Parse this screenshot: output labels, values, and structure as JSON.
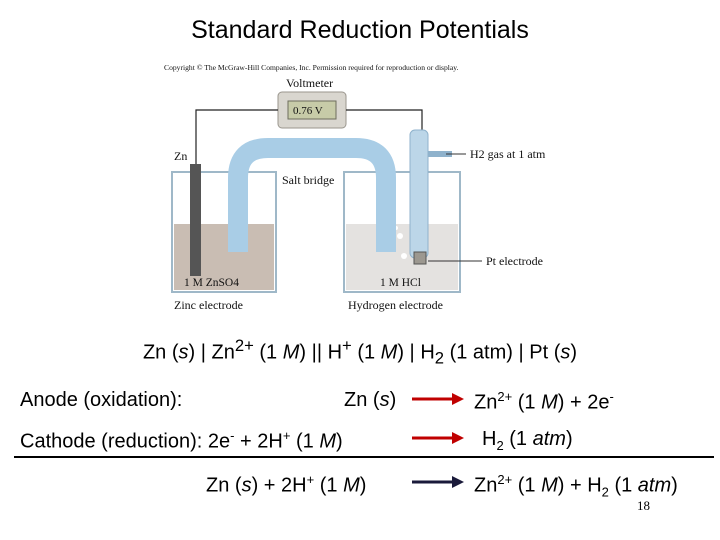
{
  "title": "Standard Reduction Potentials",
  "figure": {
    "copyright": "Copyright © The McGraw-Hill Companies, Inc. Permission required for reproduction or display.",
    "voltmeter_label": "Voltmeter",
    "voltmeter_reading": "0.76 V",
    "zn_label": "Zn",
    "h2_label": "H2 gas at 1 atm",
    "salt_bridge_label": "Salt bridge",
    "pt_label": "Pt electrode",
    "left_solution": "1 M ZnSO4",
    "right_solution": "1 M HCl",
    "left_caption": "Zinc electrode",
    "right_caption": "Hydrogen electrode"
  },
  "cell_notation": {
    "zn": "Zn (",
    "s1": "s",
    "p1": ") | Zn",
    "zn_charge": "2+",
    "p2": " (1 ",
    "m1": "M",
    "p3": ") || H",
    "h_charge": "+",
    "p4": " (1 ",
    "m2": "M",
    "p5": ") | H",
    "h2_sub": "2",
    "p6": " (1 atm) | Pt (",
    "s2": "s",
    "p7": ")"
  },
  "anode": {
    "label": "Anode (oxidation):",
    "react_a": "Zn (",
    "react_s": "s",
    "react_b": ")",
    "prod_a": "Zn",
    "prod_charge": "2+",
    "prod_b": " (1 ",
    "prod_m": "M",
    "prod_c": ") + 2e",
    "prod_e_sup": "-"
  },
  "cathode": {
    "label_a": "Cathode (reduction): 2e",
    "e_sup": "-",
    "label_b": " + 2H",
    "h_sup": "+",
    "label_c": " (1 ",
    "m": "M",
    "label_d": ")",
    "prod_a": "H",
    "prod_sub": "2",
    "prod_b": " (1 ",
    "prod_atm": "atm",
    "prod_c": ")"
  },
  "overall": {
    "react_a": "Zn (",
    "react_s": "s",
    "react_b": ") + 2H",
    "react_sup": "+",
    "react_c": " (1 ",
    "react_m": "M",
    "react_d": ")",
    "prod_a": "Zn",
    "prod_charge": "2+",
    "prod_b": " (1 ",
    "prod_m": "M",
    "prod_c": ") + H",
    "prod_sub": "2",
    "prod_d": " (1 ",
    "prod_atm": "atm",
    "prod_e": ")"
  },
  "page_number": "18",
  "colors": {
    "arrow_red": "#c00000",
    "arrow_dark": "#1a1a3a",
    "line": "#000000"
  }
}
